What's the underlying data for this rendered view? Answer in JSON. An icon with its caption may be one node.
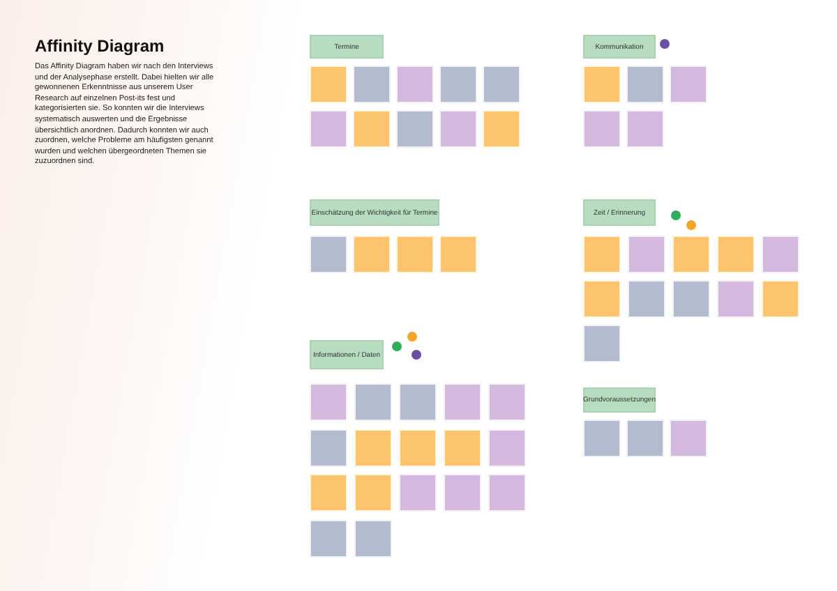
{
  "diagram": {
    "title": "Affinity Diagram",
    "nodes": [
      {
        "text": [
          "Termine"
        ]
      },
      {
        "text": [],
        "shape": "box"
      },
      {
        "text": [],
        "shape": "box"
      },
      {
        "text": [],
        "shape": "box"
      },
      {
        "text": [],
        "shape": "box"
      },
      {
        "text": [],
        "shape": "box"
      },
      {
        "text": [],
        "shape": "box"
      },
      {
        "text": [],
        "shape": "box"
      },
      {
        "text": [],
        "shape": "box"
      },
      {
        "text": [],
        "shape": "box"
      },
      {
        "text": [],
        "shape": "box"
      },
      {
        "text": [
          "Kommunikation"
        ]
      },
      {
        "text": [],
        "shape": "box"
      },
      {
        "text": [],
        "shape": "box"
      },
      {
        "text": [],
        "shape": "box"
      },
      {
        "text": [],
        "shape": "box"
      },
      {
        "text": [],
        "shape": "box"
      },
      {
        "text": [
          "Einschätzung der Wichtigkeit für Termine"
        ]
      },
      {
        "text": [],
        "shape": "box"
      },
      {
        "text": [],
        "shape": "box"
      },
      {
        "text": [],
        "shape": "box"
      },
      {
        "text": [],
        "shape": "box"
      },
      {
        "text": [
          "Zeit / Erinnerung"
        ]
      },
      {
        "text": [],
        "shape": "box"
      },
      {
        "text": [],
        "shape": "box"
      },
      {
        "text": [],
        "shape": "box"
      },
      {
        "text": [],
        "shape": "box"
      },
      {
        "text": [],
        "shape": "box"
      },
      {
        "text": [],
        "shape": "box"
      },
      {
        "text": [],
        "shape": "box"
      },
      {
        "text": [],
        "shape": "box"
      },
      {
        "text": [],
        "shape": "box"
      },
      {
        "text": [],
        "shape": "box"
      },
      {
        "text": [],
        "shape": "box"
      },
      {
        "text": [
          "Informationen / Daten"
        ]
      },
      {
        "text": [],
        "shape": "box"
      },
      {
        "text": [],
        "shape": "box"
      },
      {
        "text": [],
        "shape": "box"
      },
      {
        "text": [],
        "shape": "box"
      },
      {
        "text": [],
        "shape": "box"
      },
      {
        "text": [],
        "shape": "box"
      },
      {
        "text": [],
        "shape": "box"
      },
      {
        "text": [],
        "shape": "box"
      },
      {
        "text": [],
        "shape": "box"
      },
      {
        "text": [],
        "shape": "box"
      },
      {
        "text": [],
        "shape": "box"
      },
      {
        "text": [],
        "shape": "box"
      },
      {
        "text": [],
        "shape": "box"
      },
      {
        "text": [],
        "shape": "box"
      },
      {
        "text": [],
        "shape": "box"
      },
      {
        "text": [],
        "shape": "box"
      },
      {
        "text": [],
        "shape": "box"
      },
      {
        "text": [
          "Grundvoraussetzungen"
        ]
      },
      {
        "text": [],
        "shape": "box"
      },
      {
        "text": [],
        "shape": "box"
      },
      {
        "text": [],
        "shape": "box"
      }
    ],
    "labels": [
      "Das Affinity Diagram haben wir nach den Interviews und der Analysephase erstellt. Dabei hielten wir alle gewonnenen Erkenntnisse aus unserem User Research auf einzelnen Post-its fest und kategorisierten sie. So konnten wir die Interviews systematisch auswerten und die Ergebnisse übersichtlich anordnen. Dadurch konnten wir auch zuordnen, welche Probleme am häufigsten genannt wurden und welchen übergeordneten Themen sie zuzuordnen sind."
    ]
  }
}
